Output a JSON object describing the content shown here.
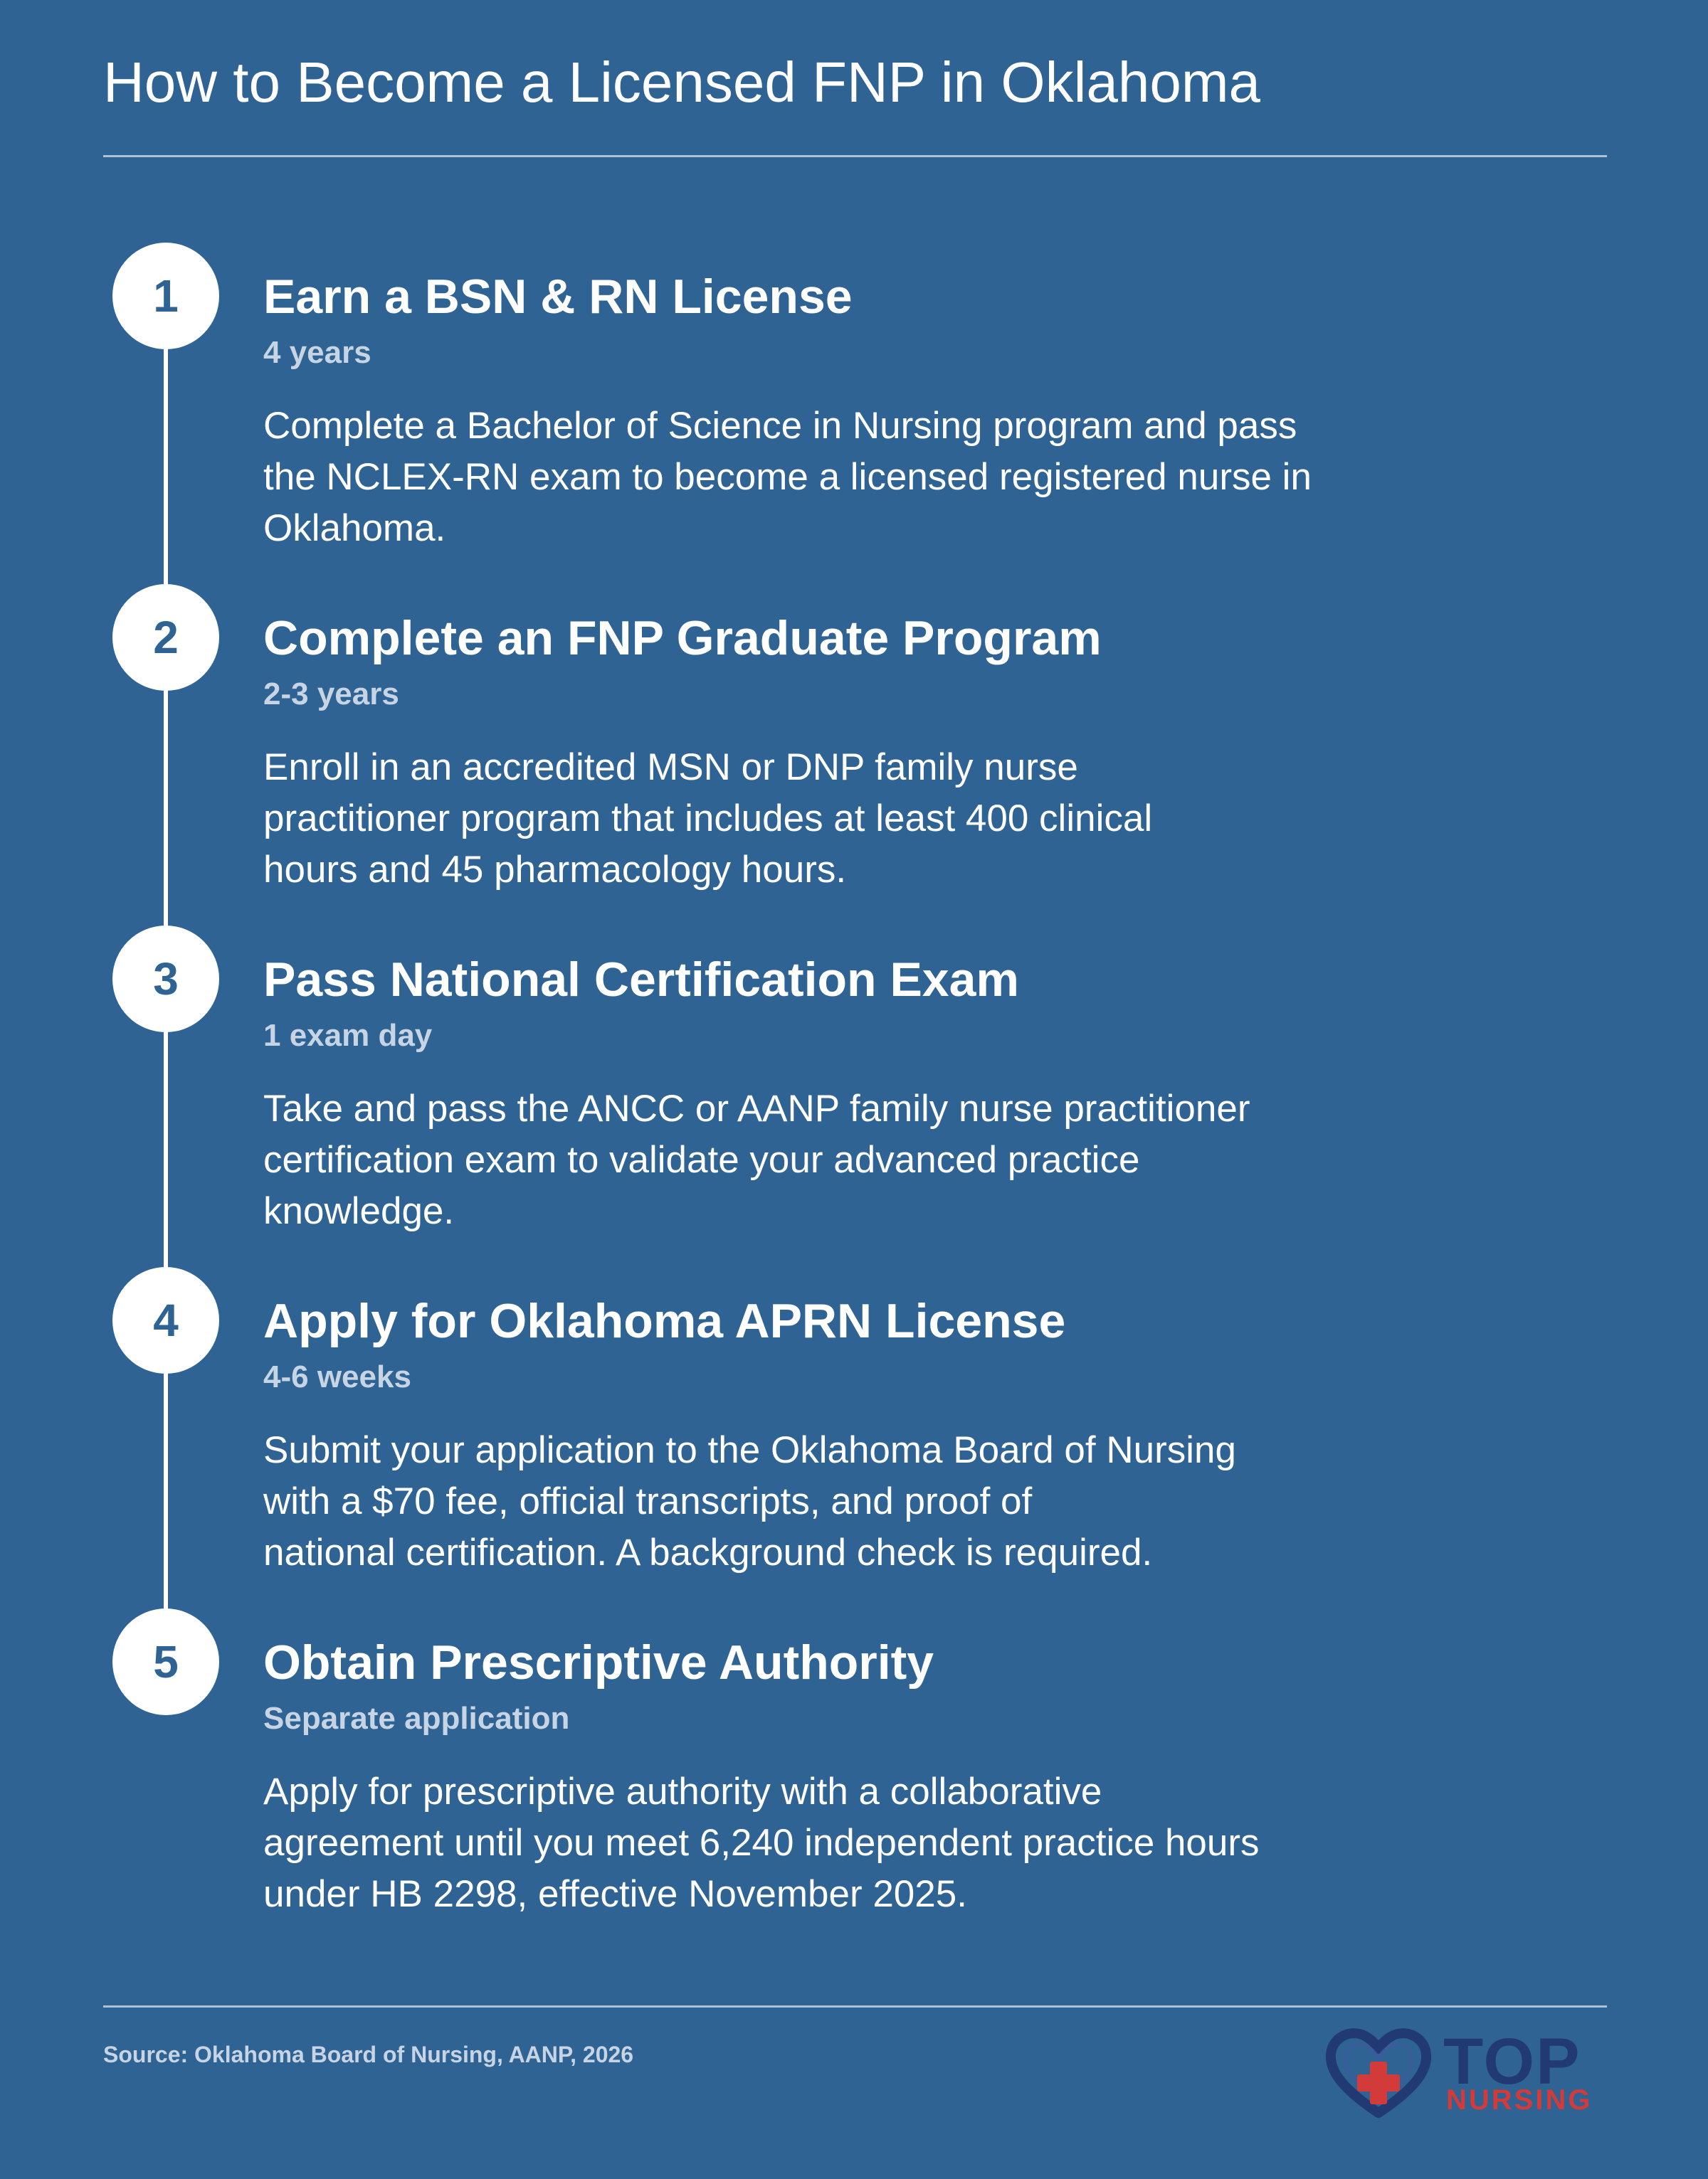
{
  "title": "How to Become a Licensed FNP in Oklahoma",
  "steps": [
    {
      "number": "1",
      "title": "Earn a BSN & RN License",
      "duration": "4 years",
      "description_lines": [
        "Complete a Bachelor of Science in Nursing program and pass",
        "the NCLEX-RN exam to become a licensed registered nurse in",
        "Oklahoma."
      ]
    },
    {
      "number": "2",
      "title": "Complete an FNP Graduate Program",
      "duration": "2-3 years",
      "description_lines": [
        "Enroll in an accredited MSN or DNP family nurse",
        "practitioner program that includes at least 400 clinical",
        "hours and 45 pharmacology hours."
      ]
    },
    {
      "number": "3",
      "title": "Pass National Certification Exam",
      "duration": "1 exam day",
      "description_lines": [
        "Take and pass the ANCC or AANP family nurse practitioner",
        "certification exam to validate your advanced practice",
        "knowledge."
      ]
    },
    {
      "number": "4",
      "title": "Apply for Oklahoma APRN License",
      "duration": "4-6 weeks",
      "description_lines": [
        "Submit your application to the Oklahoma Board of Nursing",
        "with a $70 fee, official transcripts, and proof of",
        "national certification. A background check is required."
      ]
    },
    {
      "number": "5",
      "title": "Obtain Prescriptive Authority",
      "duration": "Separate application",
      "description_lines": [
        "Apply for prescriptive authority with a collaborative",
        "agreement until you meet 6,240 independent practice hours",
        "under HB 2298, effective November 2025."
      ]
    }
  ],
  "source": "Source: Oklahoma Board of Nursing, AANP, 2026",
  "logo": {
    "line1": "TOP",
    "line2": "NURSING",
    "icon": "heart-cross-icon"
  },
  "colors": {
    "background": "#2f6394",
    "text": "#ffffff",
    "muted_text": "#c7d4e3",
    "logo_navy": "#223a73",
    "logo_red": "#d33a3a"
  }
}
